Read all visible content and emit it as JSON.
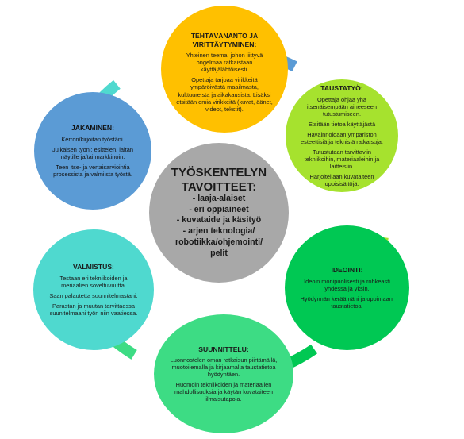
{
  "center": {
    "title_lines": [
      "TYÖSKENTELYN",
      "TAVOITTEET:"
    ],
    "items": [
      "- laaja-alaiset",
      "- eri oppiaineet",
      "- kuvataide ja käsityö",
      "- arjen teknologia/",
      "robotiikka/ohjemointi/",
      "pelit"
    ]
  },
  "nodes": {
    "top": {
      "title_lines": [
        "TEHTÄVÄNANTO JA",
        "VIRITTÄYTYMINEN:"
      ],
      "text": [
        "Yhteinen teema, johon liittyvä ongelmaa ratkaistaan käyttäjälähtöisesti.",
        "Opettaja tarjoaa virikkeitä ympäröivästä maailmasta, kulttuureista ja aikakausista. Lisäksi etsitään omia virikkeitä (kuvat, äänet, videot, tekstit)."
      ]
    },
    "tausta": {
      "title": "TAUSTATYÖ:",
      "text": [
        "Opettaja ohjaa yhä itsenäisempään aiheeseen tutustumiseen.",
        "Etsitään tietoa käyttäjästä",
        "Havainnoidaan ympäristön esteettisiä ja teknisiä ratkaisuja.",
        "Tutustutaan tarvittaviin tekniikoihin, materiaaleihin ja laitteisiin.",
        "Harjoitellaan kuvataiteen oppisisältöjä."
      ]
    },
    "jakaminen": {
      "title": "JAKAMINEN:",
      "text": [
        "Kerron/kirjoitan työstäni.",
        "Julkaisen työni: esittelen, laitan näytille ja/tai markkinoin.",
        "Teen itse- ja vertaisarviointia prosessista ja valmiista työstä."
      ]
    },
    "ideointi": {
      "title": "IDEOINTI:",
      "text": [
        "Ideoin monipuolisesti ja rohkeasti yhdessä ja yksin.",
        "Hyödynnän keräämäni ja oppimaani taustatietoa."
      ]
    },
    "valmistus": {
      "title": "VALMISTUS:",
      "text": [
        "Testaan eri tekniikoiden ja meriaalien soveltuvuutta.",
        "Saan palautetta suunnitelmastani.",
        "Parastan ja muutan tarvittaessa suunitelmaani työn niin vaatiessa."
      ]
    },
    "suunnittelu": {
      "title": "SUUNNITTELU:",
      "text": [
        "Luonnostelen oman ratkaisun piirtämällä, muotoilemalla ja kirjaamalla taustatietoa hyödyntäen.",
        "Huomoin tekniikoiden ja materiaalien mahdollisuuksia ja käytän kuvataiteen ilmaisutapoja."
      ]
    }
  },
  "colors": {
    "top": "#ffc000",
    "tausta": "#a6e22e",
    "jakaminen": "#5b9bd5",
    "ideointi": "#00c853",
    "valmistus": "#4fd9cf",
    "suunnittelu": "#3ddc84",
    "center": "#a8a8a8"
  }
}
